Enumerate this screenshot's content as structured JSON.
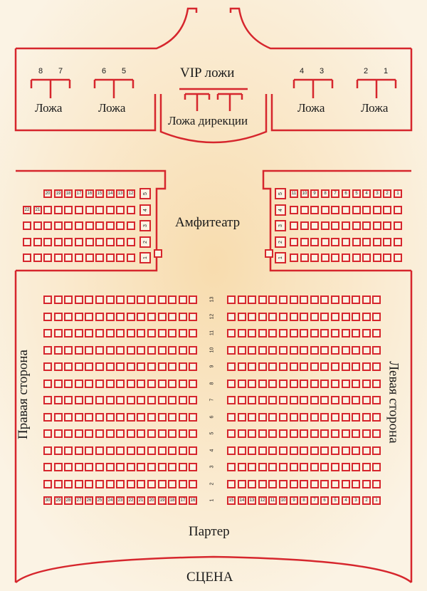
{
  "colors": {
    "line": "#d6262d",
    "background": "#fbf3e4",
    "glow": "#f7ddb0"
  },
  "labels": {
    "vip": "VIP ложи",
    "director_box": "Ложа дирекции",
    "box": "Ложа",
    "amphitheater": "Амфитеатр",
    "right_side": "Правая сторона",
    "left_side": "Левая сторона",
    "parterre": "Партер",
    "stage": "СЦЕНА"
  },
  "boxes": {
    "left_pair_1": [
      "8",
      "7"
    ],
    "left_pair_2": [
      "6",
      "5"
    ],
    "right_pair_1": [
      "4",
      "3"
    ],
    "right_pair_2": [
      "2",
      "1"
    ]
  },
  "amphitheater": {
    "rows": [
      "5",
      "4",
      "3",
      "2",
      "1"
    ],
    "left_row5_seats": [
      "20",
      "19",
      "18",
      "17",
      "16",
      "15",
      "14",
      "13",
      "12"
    ],
    "left_row4_seats": [
      "22",
      "21"
    ],
    "right_row5_seats": [
      "11",
      "10",
      "9",
      "8",
      "7",
      "6",
      "5",
      "4",
      "3",
      "2",
      "1"
    ]
  },
  "parterre": {
    "rows": [
      "13",
      "12",
      "11",
      "10",
      "9",
      "8",
      "7",
      "6",
      "5",
      "4",
      "3",
      "2",
      "1"
    ],
    "left_row1_seats": [
      "30",
      "29",
      "28",
      "27",
      "26",
      "25",
      "24",
      "23",
      "22",
      "21",
      "20",
      "19",
      "18",
      "17",
      "16"
    ],
    "right_row1_seats": [
      "15",
      "14",
      "13",
      "12",
      "11",
      "10",
      "9",
      "8",
      "7",
      "6",
      "5",
      "4",
      "3",
      "2",
      "1"
    ]
  }
}
